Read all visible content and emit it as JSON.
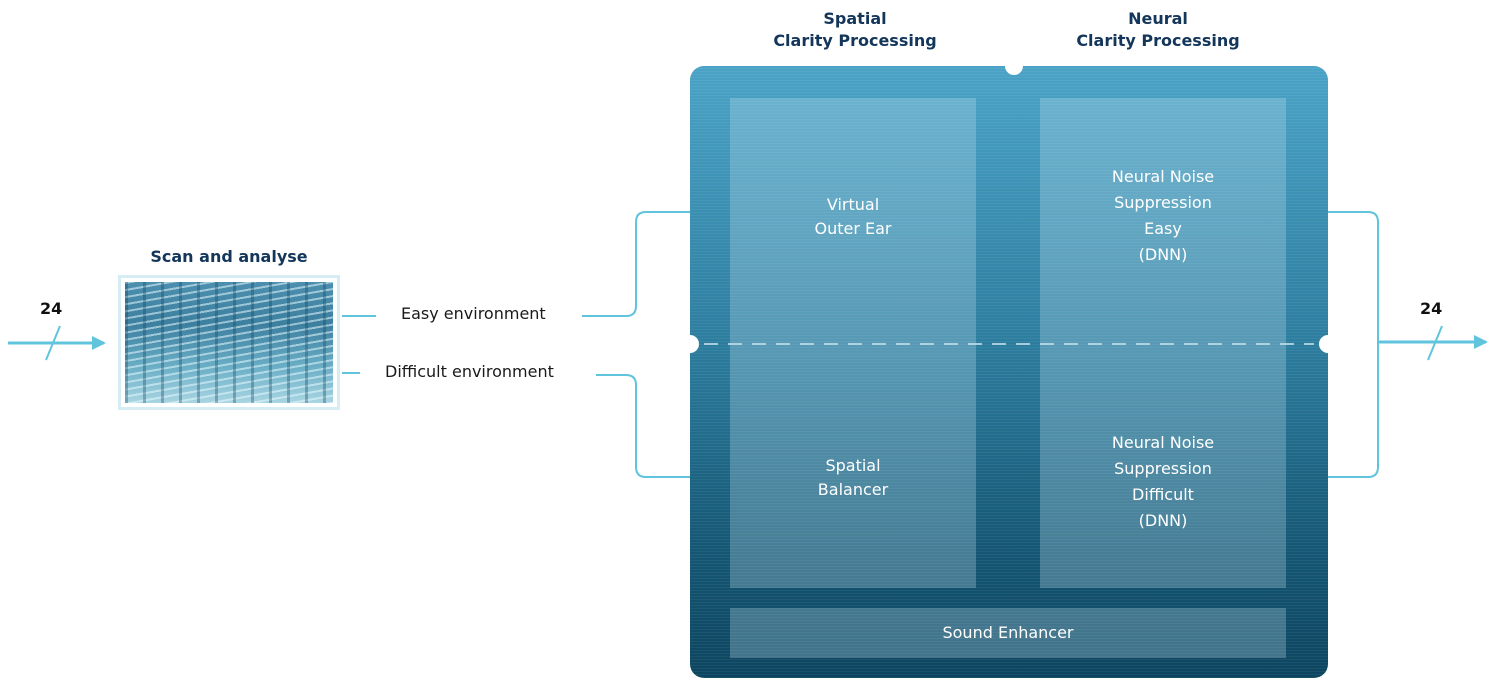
{
  "headings": {
    "spatial": "Spatial\nClarity Processing",
    "neural": "Neural\nClarity Processing",
    "scan": "Scan and analyse"
  },
  "bus": {
    "input_count": "24",
    "output_count": "24"
  },
  "environments": {
    "easy": "Easy environment",
    "difficult": "Difficult environment"
  },
  "blocks": {
    "virtual_outer_ear": "Virtual\nOuter Ear",
    "nns_easy": "Neural Noise\nSuppression\nEasy\n(DNN)",
    "spatial_balancer": "Spatial\nBalancer",
    "nns_difficult": "Neural Noise\nSuppression\nDifficult\n(DNN)",
    "sound_enhancer": "Sound Enhancer"
  },
  "colors": {
    "heading": "#13365a",
    "wire": "#5fc4dc",
    "panel_top": "#4aa3c6",
    "panel_bottom": "#0d4560"
  }
}
